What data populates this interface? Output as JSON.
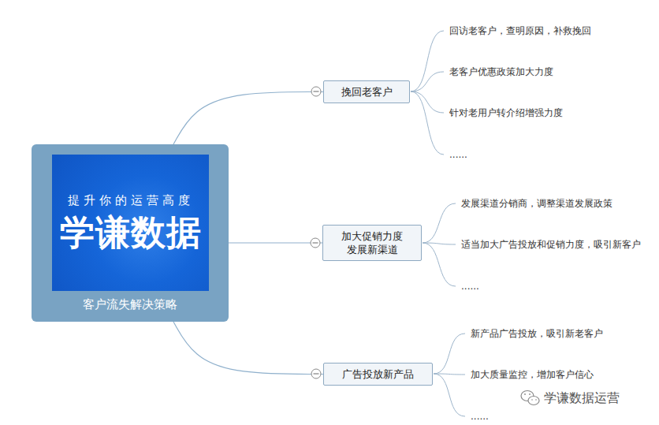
{
  "diagram": {
    "nodes": [
      {
        "text": [
          "客户流失解决策略"
        ]
      },
      {
        "text": [
          "提升你的运营高度",
          "学谦数据"
        ],
        "in": 0
      },
      {
        "text": [
          "挽回老客户"
        ]
      },
      {
        "text": [
          "加大促销力度 发展新渠道"
        ]
      },
      {
        "text": [
          "广告投放新产品"
        ]
      }
    ],
    "edges": [
      {
        "from": 0,
        "to": 2,
        "arrow": "none"
      },
      {
        "from": 0,
        "to": 3,
        "arrow": "none"
      },
      {
        "from": 0,
        "to": 4,
        "arrow": "none"
      }
    ],
    "labels": [
      "回访老客户，查明原因，补救挽回",
      "老客户优惠政策加大力度",
      "针对老用户转介绍增强力度",
      "......",
      "发展渠道分销商，调整渠道发展政策",
      "适当加大广告投放和促销力度，吸引新客户",
      "......",
      "新产品广告投放，吸引新老客户",
      "加大质量监控，增加客户信心",
      "......",
      "学谦数据运营"
    ]
  }
}
